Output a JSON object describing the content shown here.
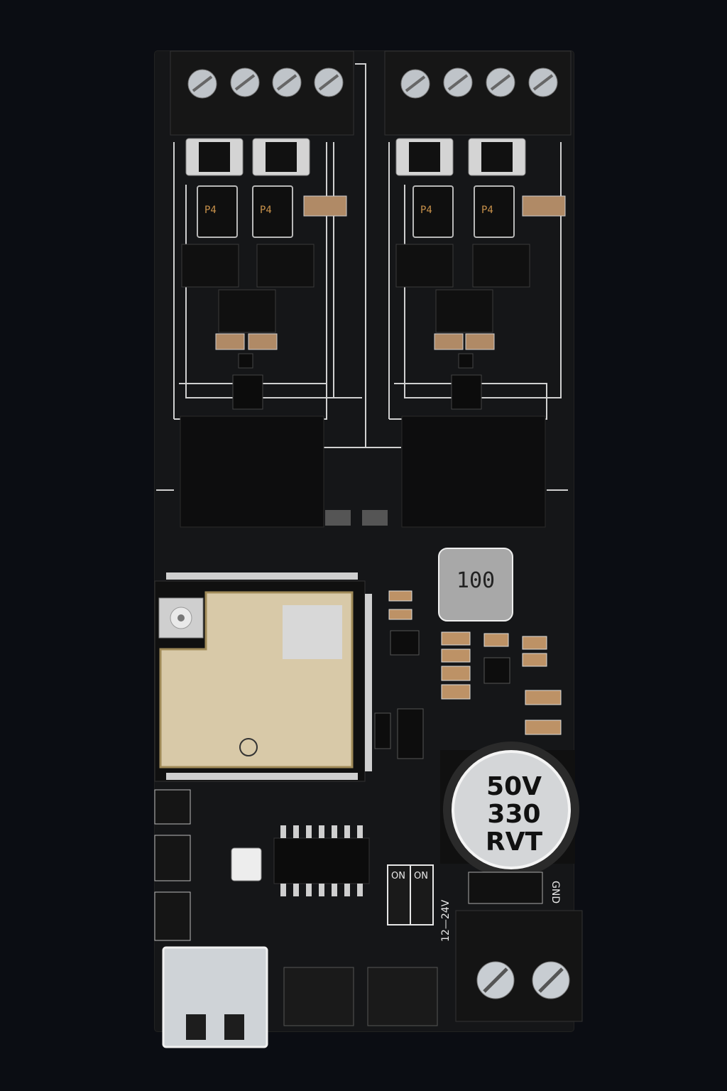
{
  "board": {
    "capacitor": {
      "line1": "50V",
      "line2": "330",
      "line3": "RVT"
    },
    "inductor": {
      "marking": "100"
    },
    "dip_switch": {
      "left": "ON",
      "right": "ON"
    },
    "power_input_label": "12—24V",
    "ground_label": "GND",
    "diode_marking": "P4"
  },
  "colors": {
    "background": "#0b0d13",
    "pcb": "#151618",
    "trace": "#d9d9d9"
  }
}
